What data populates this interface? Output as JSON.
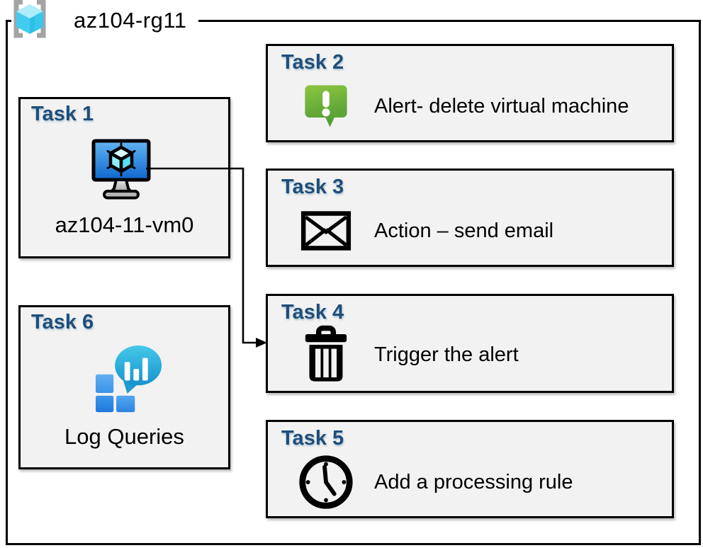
{
  "resource_group": {
    "name": "az104-rg11",
    "icon": "resource-group-icon"
  },
  "tasks": [
    {
      "title": "Task 1",
      "label": "az104-11-vm0",
      "icon": "virtual-machine-icon"
    },
    {
      "title": "Task 2",
      "label": "Alert- delete virtual machine",
      "icon": "alert-message-icon"
    },
    {
      "title": "Task 3",
      "label": "Action – send email",
      "icon": "email-envelope-icon"
    },
    {
      "title": "Task 4",
      "label": "Trigger the alert",
      "icon": "trash-delete-icon"
    },
    {
      "title": "Task 5",
      "label": "Add a processing rule",
      "icon": "clock-icon"
    },
    {
      "title": "Task 6",
      "label": "Log Queries",
      "icon": "log-analytics-icon"
    }
  ],
  "connector": {
    "from": "Task 1",
    "to": "Task 4",
    "style": "elbow-arrow"
  },
  "colors": {
    "task_title_blue": "#1F4E79",
    "box_fill": "#F2F2F2",
    "box_border": "#000000",
    "alert_green_light": "#8CC63F",
    "alert_green_dark": "#5CA436",
    "vm_screen_blue_light": "#63B4F2",
    "vm_screen_blue_dark": "#0F67CE",
    "log_bubble_teal_light": "#45C8EA",
    "log_bubble_teal_dark": "#1793CC",
    "log_square_blue": "#2F8FE6",
    "rg_cube_cyan_top": "#AEEDF9",
    "rg_cube_cyan_left": "#43CBEF",
    "rg_cube_cyan_right": "#2CC0E8",
    "rg_bracket_gray": "#A3A3A3"
  }
}
